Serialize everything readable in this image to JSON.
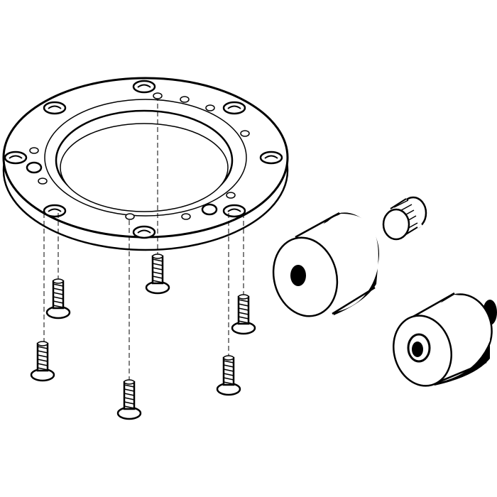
{
  "drawing": {
    "parts": [
      "flange-plate",
      "countersunk-screw",
      "spacer-cylinder",
      "threaded-plug",
      "centering-cylinder"
    ],
    "screw_count": 6,
    "colors": {
      "stroke": "#000000",
      "fill": "#ffffff"
    }
  }
}
